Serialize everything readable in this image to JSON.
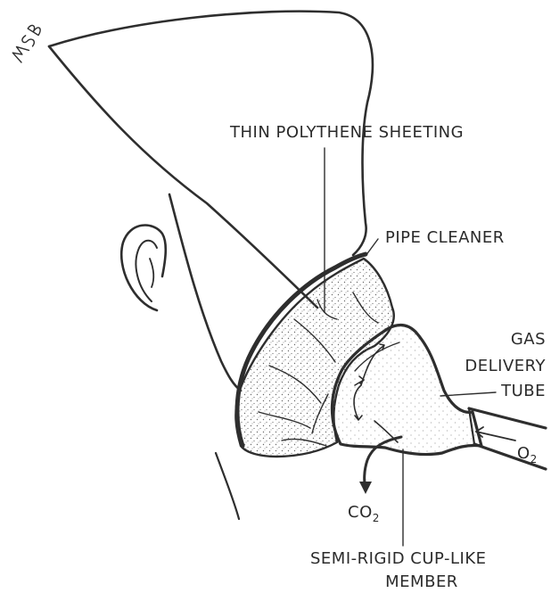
{
  "figure": {
    "signature_text": "MSB",
    "labels": {
      "polythene": "THIN POLYTHENE SHEETING",
      "pipe_cleaner": "PIPE CLEANER",
      "gas_line1": "GAS",
      "gas_line2": "DELIVERY",
      "gas_line3": "TUBE",
      "o2_main": "O",
      "o2_sub": "2",
      "co2_main": "CO",
      "co2_sub": "2",
      "cup_line1": "SEMI-RIGID  CUP-LIKE",
      "cup_line2": "MEMBER"
    },
    "colors": {
      "ink": "#2e2e2e",
      "stipple": "#6a6a6a",
      "background": "#ffffff"
    }
  }
}
